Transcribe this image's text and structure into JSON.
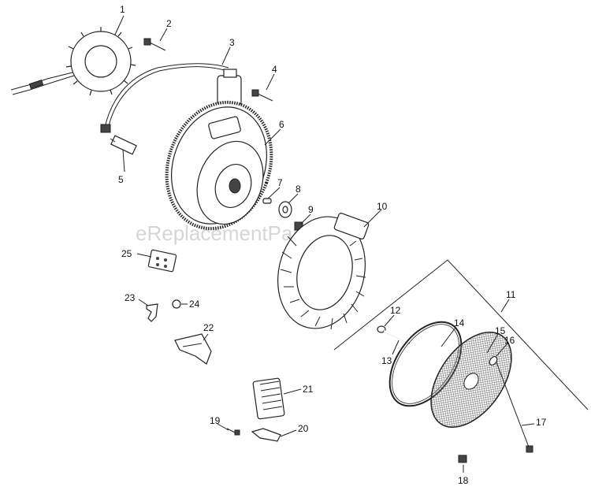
{
  "watermark": "eReplacementParts.com",
  "callouts": [
    {
      "id": "1",
      "label": "1"
    },
    {
      "id": "2",
      "label": "2"
    },
    {
      "id": "3",
      "label": "3"
    },
    {
      "id": "4",
      "label": "4"
    },
    {
      "id": "5",
      "label": "5"
    },
    {
      "id": "6",
      "label": "6"
    },
    {
      "id": "7",
      "label": "7"
    },
    {
      "id": "8",
      "label": "8"
    },
    {
      "id": "9",
      "label": "9"
    },
    {
      "id": "10",
      "label": "10"
    },
    {
      "id": "11",
      "label": "11"
    },
    {
      "id": "12",
      "label": "12"
    },
    {
      "id": "13",
      "label": "13"
    },
    {
      "id": "14",
      "label": "14"
    },
    {
      "id": "15",
      "label": "15"
    },
    {
      "id": "16",
      "label": "16"
    },
    {
      "id": "17",
      "label": "17"
    },
    {
      "id": "18",
      "label": "18"
    },
    {
      "id": "19",
      "label": "19"
    },
    {
      "id": "20",
      "label": "20"
    },
    {
      "id": "21",
      "label": "21"
    },
    {
      "id": "22",
      "label": "22"
    },
    {
      "id": "23",
      "label": "23"
    },
    {
      "id": "24",
      "label": "24"
    },
    {
      "id": "25",
      "label": "25"
    }
  ]
}
